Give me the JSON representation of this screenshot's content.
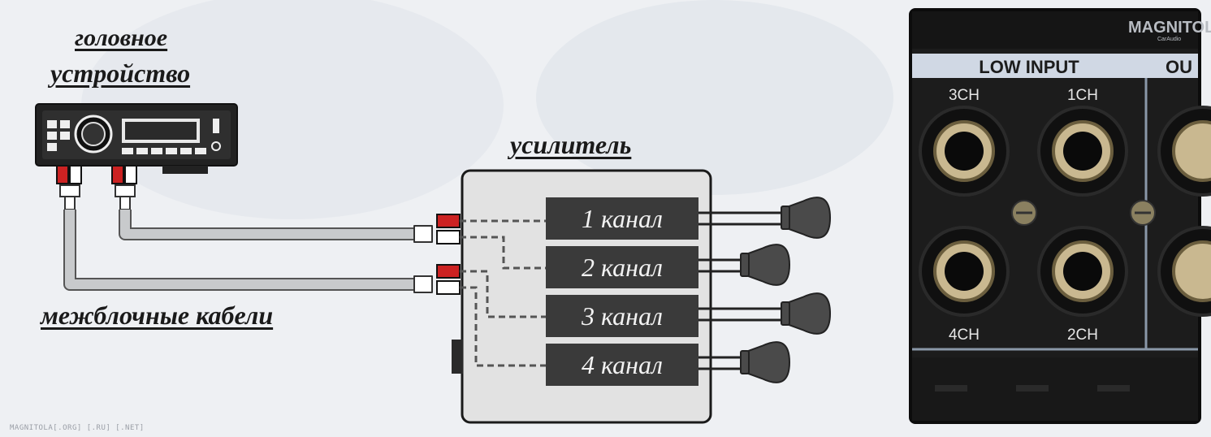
{
  "labels": {
    "head_unit_line1": "головное",
    "head_unit_line2": "устройство",
    "amplifier": "усилитель",
    "cables": "межблочные кабели"
  },
  "channels": [
    "1 канал",
    "2 канал",
    "3 канал",
    "4 канал"
  ],
  "photo": {
    "brand": "MAGNITOLA",
    "brand_sub": "CarAudio",
    "section_low_input": "LOW INPUT",
    "section_out": "OU",
    "jacks": [
      "3CH",
      "1CH",
      "4CH",
      "2CH"
    ]
  },
  "watermark": "MAGNITOLA[.ORG] [.RU] [.NET]",
  "colors": {
    "background": "#eef0f3",
    "channel_box": "#3a3a3a",
    "cable": "#c8cacc",
    "rca_red": "#cc2222",
    "panel": "#1c1c1c",
    "label_strip": "#d0d8e4"
  }
}
